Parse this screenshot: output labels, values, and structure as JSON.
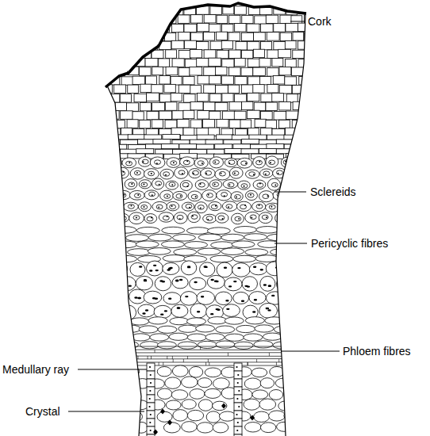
{
  "diagram": {
    "labels": [
      "Cork",
      "Sclereids",
      "Pericyclic fibres",
      "Phloem fibres",
      "Medullary ray",
      "Crystal"
    ]
  }
}
